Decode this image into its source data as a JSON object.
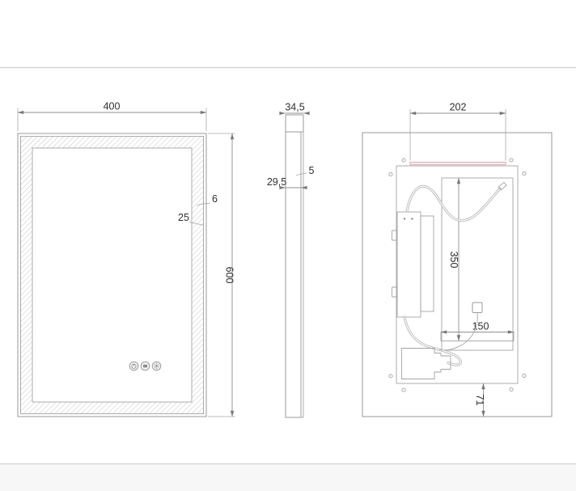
{
  "page": {
    "background": "#ffffff",
    "separator_color": "#d9d9d9"
  },
  "drawing": {
    "type": "technical-drawing",
    "line_color": "#9a9a9a",
    "dimension_text_color": "#2f2f2f",
    "led_strip_color": "#e2a2aa",
    "views": {
      "front": {
        "width_mm": "400",
        "height_mm": "600",
        "edge_mm": "6",
        "band_mm": "25",
        "buttons": [
          {
            "icon": "power-icon"
          },
          {
            "icon": "demist-icon"
          },
          {
            "icon": "brightness-icon"
          }
        ]
      },
      "side": {
        "total_thickness_mm": "34,5",
        "glass_thickness_mm": "5",
        "body_thickness_mm": "29,5"
      },
      "back": {
        "hanger_width_mm": "202",
        "panel_height_mm": "350",
        "bracket_width_mm": "150",
        "bottom_offset_mm": "71"
      }
    }
  }
}
